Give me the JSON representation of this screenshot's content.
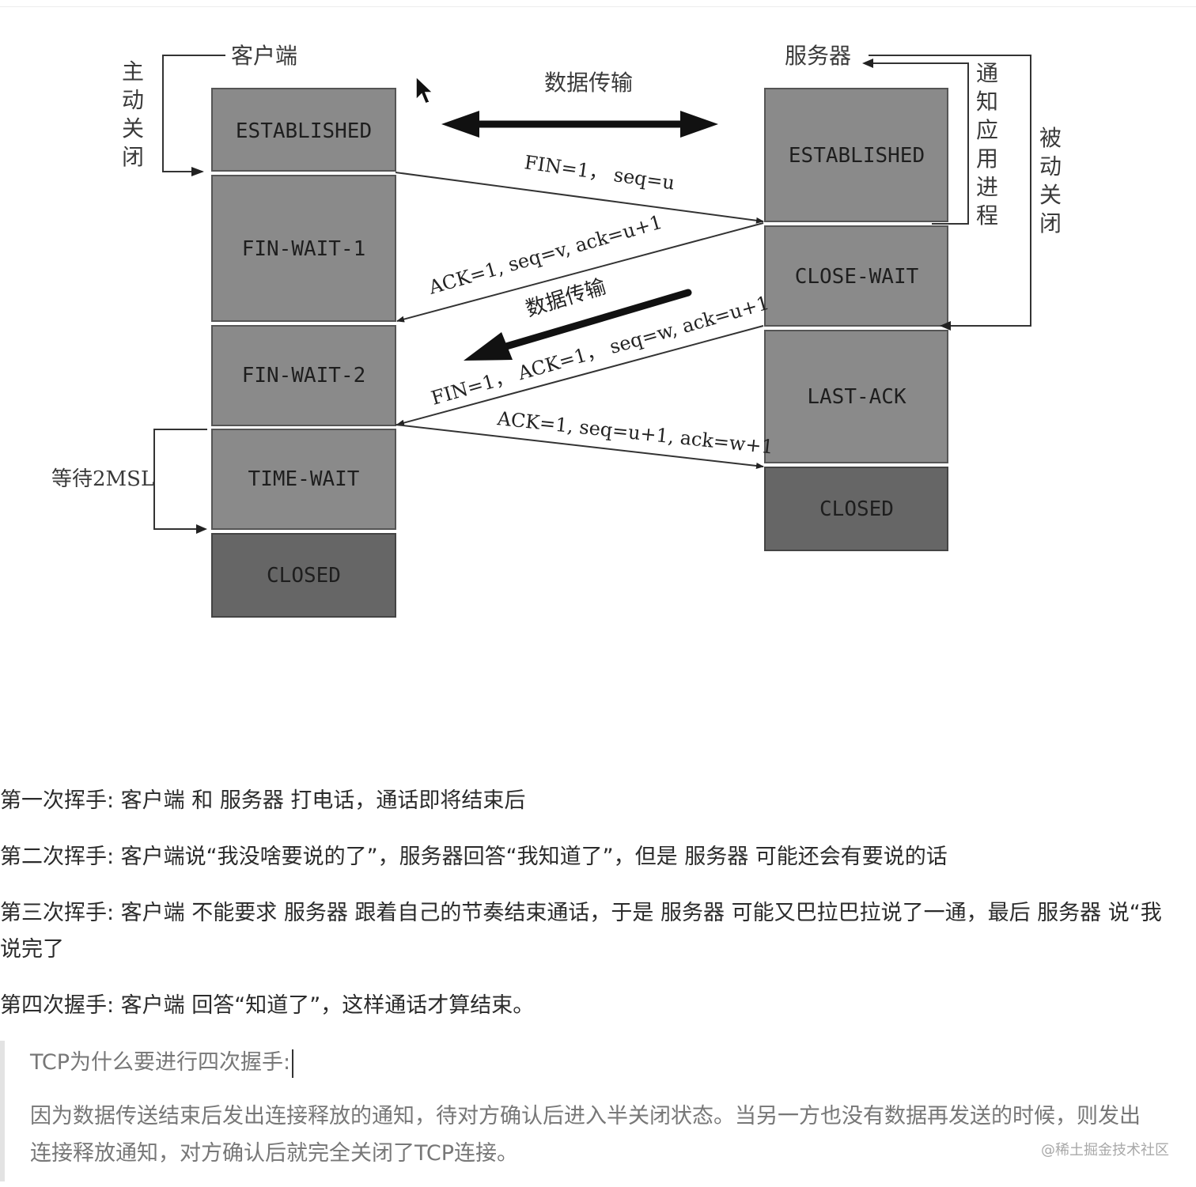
{
  "diagram": {
    "client_title": "客户端",
    "server_title": "服务器",
    "active_close": "主动关闭",
    "passive_close": "被动关闭",
    "notify_app": "通知应用进程",
    "data_transfer_top": "数据传输",
    "data_transfer_mid": "数据传输",
    "wait_2msl": "等待2MSL",
    "client_states": [
      "ESTABLISHED",
      "FIN-WAIT-1",
      "FIN-WAIT-2",
      "TIME-WAIT",
      "CLOSED"
    ],
    "server_states": [
      "ESTABLISHED",
      "CLOSE-WAIT",
      "LAST-ACK",
      "CLOSED"
    ],
    "messages": [
      "FIN=1， seq=u",
      "ACK=1, seq=v, ack=u+1",
      "FIN=1， ACK=1， seq=w, ack=u+1",
      "ACK=1, seq=u+1, ack=w+1"
    ]
  },
  "paragraphs": [
    "第一次挥手: 客户端 和 服务器 打电话，通话即将结束后",
    "第二次挥手: 客户端说“我没啥要说的了”，服务器回答“我知道了”，但是 服务器 可能还会有要说的话",
    "第三次挥手: 客户端 不能要求 服务器 跟着自己的节奏结束通话，于是 服务器 可能又巴拉巴拉说了一通，最后 服务器 说“我说完了",
    "第四次握手: 客户端 回答“知道了”，这样通话才算结束。"
  ],
  "quote": {
    "title": "TCP为什么要进行四次握手:",
    "body": "因为数据传送结束后发出连接释放的通知，待对方确认后进入半关闭状态。当另一方也没有数据再发送的时候，则发出连接释放通知，对方确认后就完全关闭了TCP连接。"
  },
  "watermark": "@稀土掘金技术社区"
}
